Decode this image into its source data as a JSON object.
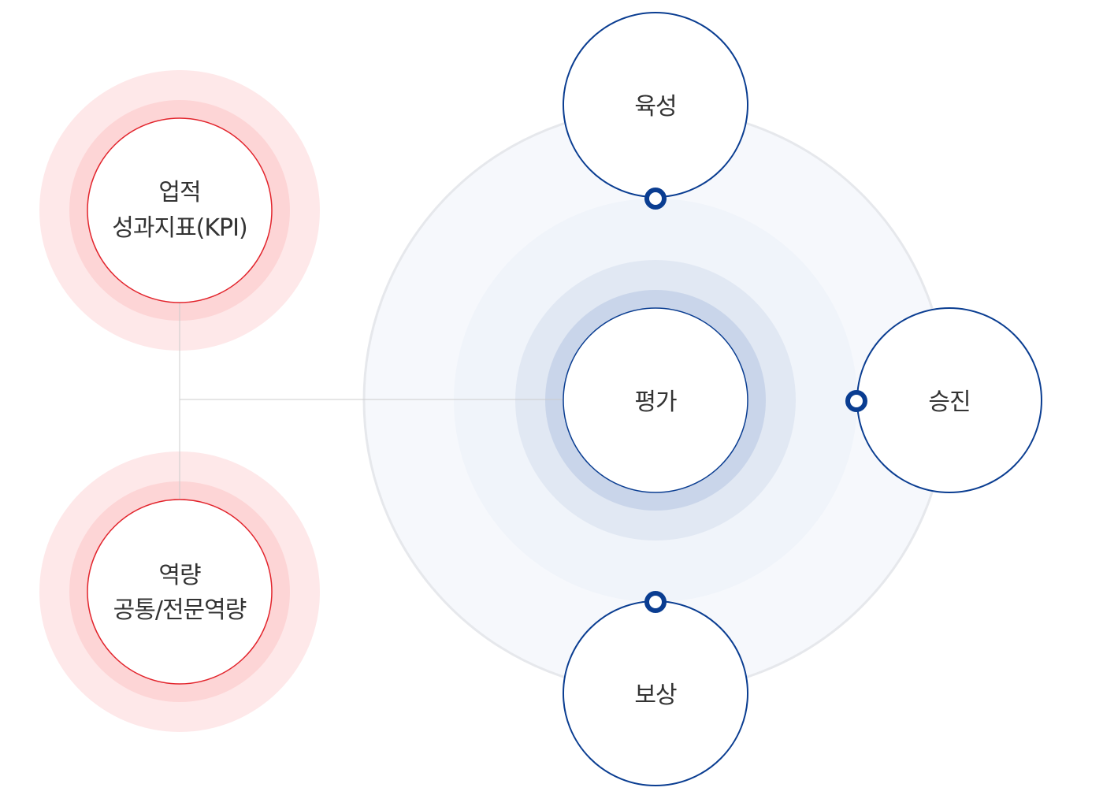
{
  "colors": {
    "accent_blue": "#0a3d91",
    "accent_red": "#e2242c",
    "red_halo_outer": "#fee8e9",
    "red_halo_inner": "#fdd5d6",
    "blue_halo_outer": "#f6f8fc",
    "blue_halo_mid": "#f0f4fa",
    "blue_halo_ring": "#e1e8f3",
    "blue_halo_inner": "#c9d5ea",
    "connector": "#cccccc",
    "text": "#333333"
  },
  "nodes": {
    "performance": {
      "line1": "업적",
      "line2": "성과지표(KPI)"
    },
    "competency": {
      "line1": "역량",
      "line2": "공통/전문역량"
    },
    "evaluation": {
      "label": "평가"
    },
    "development": {
      "label": "육성"
    },
    "promotion": {
      "label": "승진"
    },
    "compensation": {
      "label": "보상"
    }
  }
}
